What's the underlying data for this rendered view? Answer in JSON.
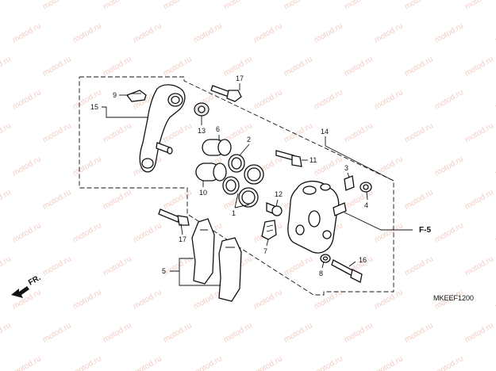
{
  "watermark": "motod.ru",
  "code": "MKEEF1200",
  "direction_label": "FR.",
  "ref_label": "F-5",
  "callouts": {
    "c1": "1",
    "c2": "2",
    "c3": "3",
    "c4": "4",
    "c5": "5",
    "c6": "6",
    "c7": "7",
    "c8": "8",
    "c9": "9",
    "c10": "10",
    "c11": "11",
    "c12": "12",
    "c13": "13",
    "c14": "14",
    "c15": "15",
    "c16": "16",
    "c17a": "17",
    "c17b": "17"
  }
}
